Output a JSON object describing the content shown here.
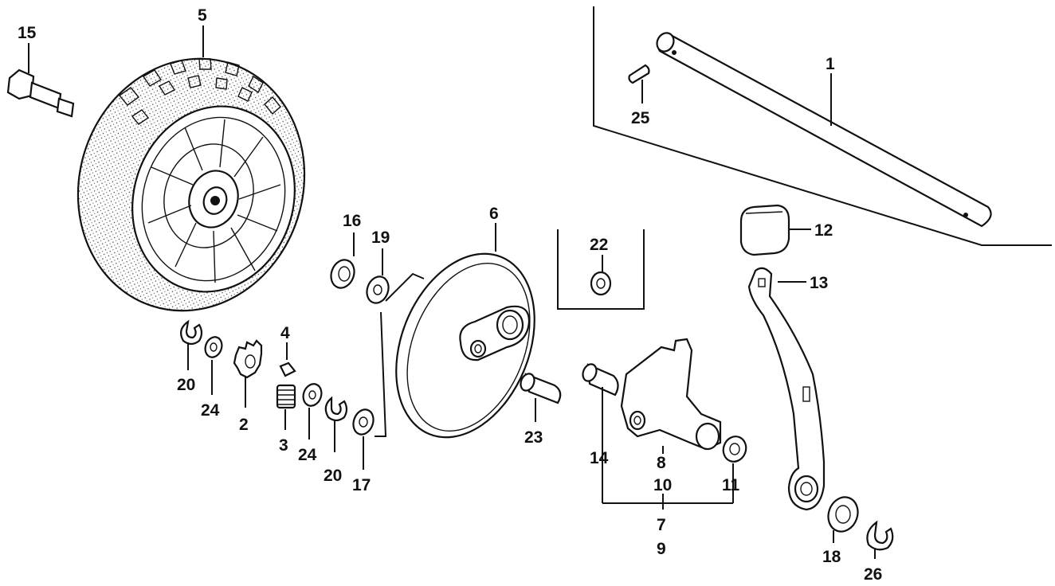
{
  "diagram": {
    "labels": {
      "p1": "1",
      "p2": "2",
      "p3": "3",
      "p4": "4",
      "p5": "5",
      "p6": "6",
      "p7": "7",
      "p8": "8",
      "p9": "9",
      "p10": "10",
      "p11": "11",
      "p12": "12",
      "p13": "13",
      "p14": "14",
      "p15": "15",
      "p16": "16",
      "p17": "17",
      "p18": "18",
      "p19": "19",
      "p20a": "20",
      "p20b": "20",
      "p22": "22",
      "p23": "23",
      "p24a": "24",
      "p24b": "24",
      "p25": "25",
      "p26": "26"
    }
  }
}
